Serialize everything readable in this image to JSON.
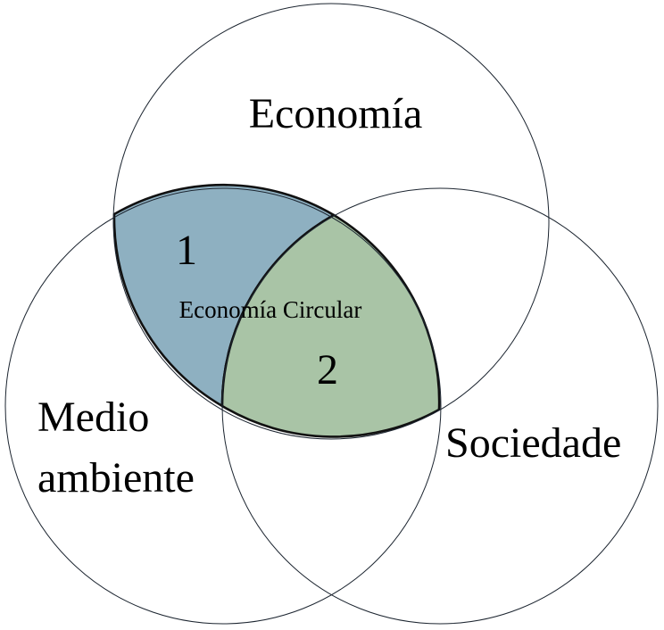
{
  "diagram": {
    "sets": {
      "economia": "Economía",
      "medio_line1": "Medio",
      "medio_line2": "ambiente",
      "sociedade": "Sociedade"
    },
    "regions": {
      "zone1_number": "1",
      "zone2_number": "2",
      "center_label": "Economía Circular"
    },
    "colors": {
      "zone1_fill": "#8eb0c1",
      "zone2_fill": "#a9c4a6",
      "circle_stroke": "#1c2530"
    }
  }
}
